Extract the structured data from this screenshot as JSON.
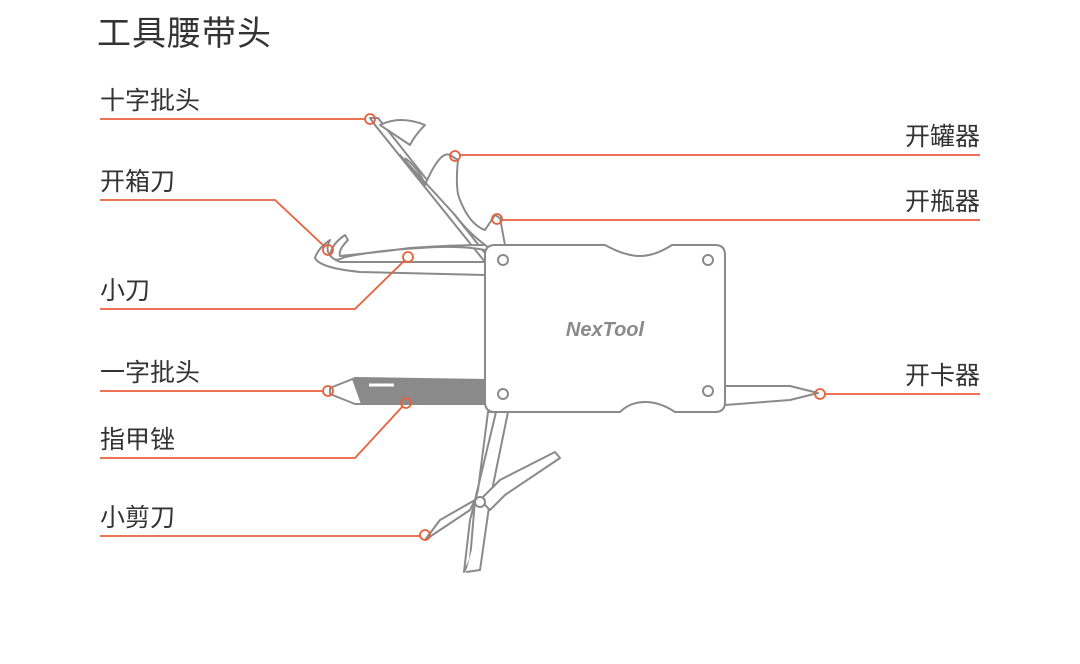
{
  "title": "工具腰带头",
  "brand": "NexTool",
  "colors": {
    "accent": "#e8603c",
    "outline": "#8a8a8a",
    "text": "#333333"
  },
  "labels_left": [
    {
      "id": "phillips",
      "text": "十字批头"
    },
    {
      "id": "box-cutter",
      "text": "开箱刀"
    },
    {
      "id": "knife",
      "text": "小刀"
    },
    {
      "id": "flathead",
      "text": "一字批头"
    },
    {
      "id": "nail-file",
      "text": "指甲锉"
    },
    {
      "id": "scissors",
      "text": "小剪刀"
    }
  ],
  "labels_right": [
    {
      "id": "can-opener",
      "text": "开罐器"
    },
    {
      "id": "bottle-opener",
      "text": "开瓶器"
    },
    {
      "id": "sim-ejector",
      "text": "开卡器"
    }
  ]
}
